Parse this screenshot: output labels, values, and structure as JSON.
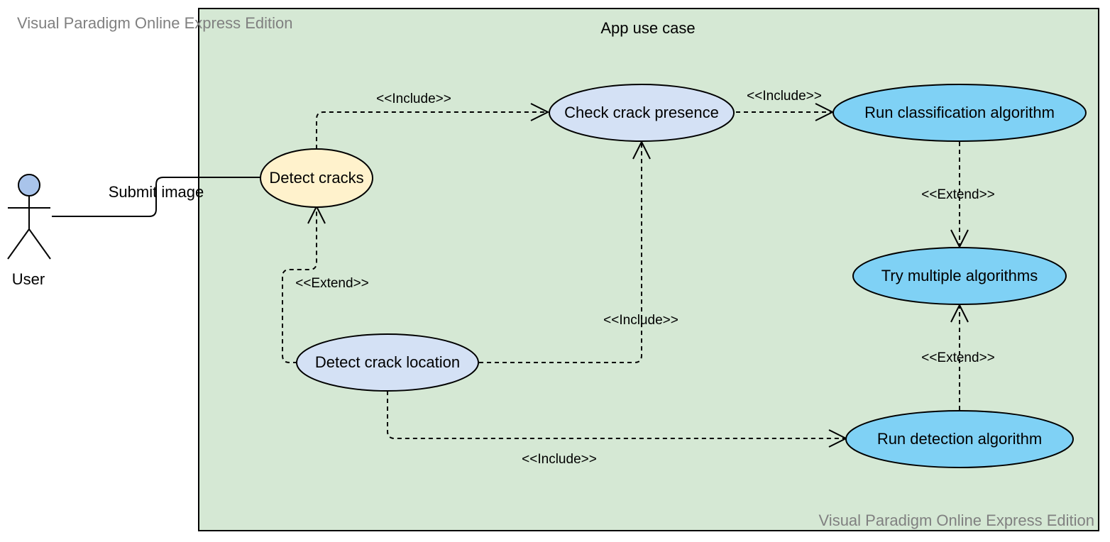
{
  "watermark": {
    "top": "Visual Paradigm Online Express Edition",
    "bottom": "Visual Paradigm Online Express Edition"
  },
  "system": {
    "title": "App use case",
    "fill": "#d5e8d4"
  },
  "actor": {
    "label": "User",
    "head_fill": "#a9c4eb"
  },
  "association_label": "Submit image",
  "use_cases": {
    "detect_cracks": {
      "label": "Detect cracks",
      "fill": "#fff2cc"
    },
    "check_crack_presence": {
      "label": "Check crack presence",
      "fill": "#d4e1f5"
    },
    "run_classification_algorithm": {
      "label": "Run classification algorithm",
      "fill": "#7fd1f5"
    },
    "try_multiple_algorithms": {
      "label": "Try multiple algorithms",
      "fill": "#7fd1f5"
    },
    "detect_crack_location": {
      "label": "Detect crack location",
      "fill": "#d4e1f5"
    },
    "run_detection_algorithm": {
      "label": "Run detection algorithm",
      "fill": "#7fd1f5"
    }
  },
  "relations": {
    "cracks_to_presence": "<<Include>>",
    "presence_to_classification": "<<Include>>",
    "classification_to_multiple": "<<Extend>>",
    "location_to_cracks": "<<Extend>>",
    "location_to_presence": "<<Include>>",
    "detection_to_multiple": "<<Extend>>",
    "location_to_detection": "<<Include>>"
  }
}
